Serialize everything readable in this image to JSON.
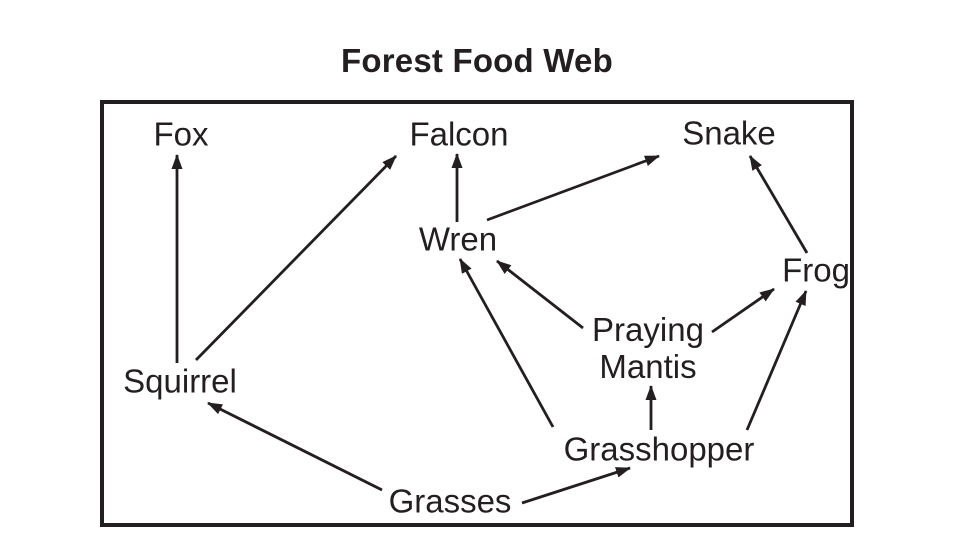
{
  "title": "Forest Food Web",
  "diagram": {
    "type": "food-web",
    "nodes": [
      {
        "id": "fox",
        "label": "Fox"
      },
      {
        "id": "falcon",
        "label": "Falcon"
      },
      {
        "id": "snake",
        "label": "Snake"
      },
      {
        "id": "wren",
        "label": "Wren"
      },
      {
        "id": "frog",
        "label": "Frog"
      },
      {
        "id": "praying-mantis",
        "label": "Praying Mantis"
      },
      {
        "id": "squirrel",
        "label": "Squirrel"
      },
      {
        "id": "grasshopper",
        "label": "Grasshopper"
      },
      {
        "id": "grasses",
        "label": "Grasses"
      }
    ],
    "edges": [
      {
        "from": "squirrel",
        "to": "fox"
      },
      {
        "from": "squirrel",
        "to": "falcon"
      },
      {
        "from": "wren",
        "to": "falcon"
      },
      {
        "from": "wren",
        "to": "snake"
      },
      {
        "from": "frog",
        "to": "snake"
      },
      {
        "from": "praying-mantis",
        "to": "wren"
      },
      {
        "from": "grasshopper",
        "to": "wren"
      },
      {
        "from": "praying-mantis",
        "to": "frog"
      },
      {
        "from": "grasshopper",
        "to": "frog"
      },
      {
        "from": "grasshopper",
        "to": "praying-mantis"
      },
      {
        "from": "grasses",
        "to": "squirrel"
      },
      {
        "from": "grasses",
        "to": "grasshopper"
      }
    ],
    "colors": {
      "ink": "#231f20",
      "background": "#ffffff"
    }
  }
}
